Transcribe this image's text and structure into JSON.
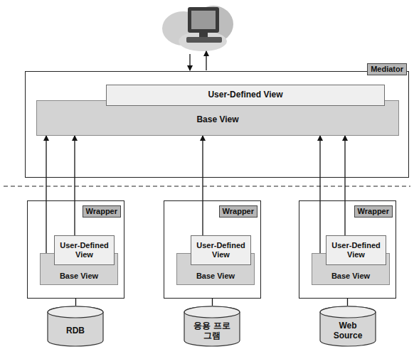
{
  "diagram": {
    "nodes": [
      {
        "text": [
          "Mediator"
        ]
      },
      {
        "text": [
          "User-Defined View"
        ],
        "in": 0
      },
      {
        "text": [
          "Base View"
        ],
        "in": 0
      },
      {
        "text": [
          "Wrapper"
        ]
      },
      {
        "text": [
          "User-Defined View"
        ],
        "in": 3
      },
      {
        "text": [
          "Base View"
        ],
        "in": 3
      },
      {
        "text": [
          "Wrapper"
        ]
      },
      {
        "text": [
          "User-Defined View"
        ],
        "in": 6
      },
      {
        "text": [
          "Base View"
        ],
        "in": 6
      },
      {
        "text": [
          "Wrapper"
        ]
      },
      {
        "text": [
          "User-Defined View"
        ],
        "in": 9
      },
      {
        "text": [
          "Base View"
        ],
        "in": 9
      },
      {
        "text": [
          "RDB"
        ]
      },
      {
        "text": [
          "응용 프로그램"
        ]
      },
      {
        "text": [
          "Web Source"
        ]
      }
    ],
    "edges": [
      {
        "from": 5,
        "to": 2,
        "arrow": "to"
      },
      {
        "from": 4,
        "to": 2,
        "arrow": "to"
      },
      {
        "from": 7,
        "to": 2,
        "arrow": "to"
      },
      {
        "from": 11,
        "to": 2,
        "arrow": "to"
      },
      {
        "from": 10,
        "to": 2,
        "arrow": "to"
      },
      {
        "from": 3,
        "to": 12,
        "arrow": "none"
      },
      {
        "from": 6,
        "to": 13,
        "arrow": "none"
      },
      {
        "from": 9,
        "to": 14,
        "arrow": "none"
      }
    ]
  }
}
